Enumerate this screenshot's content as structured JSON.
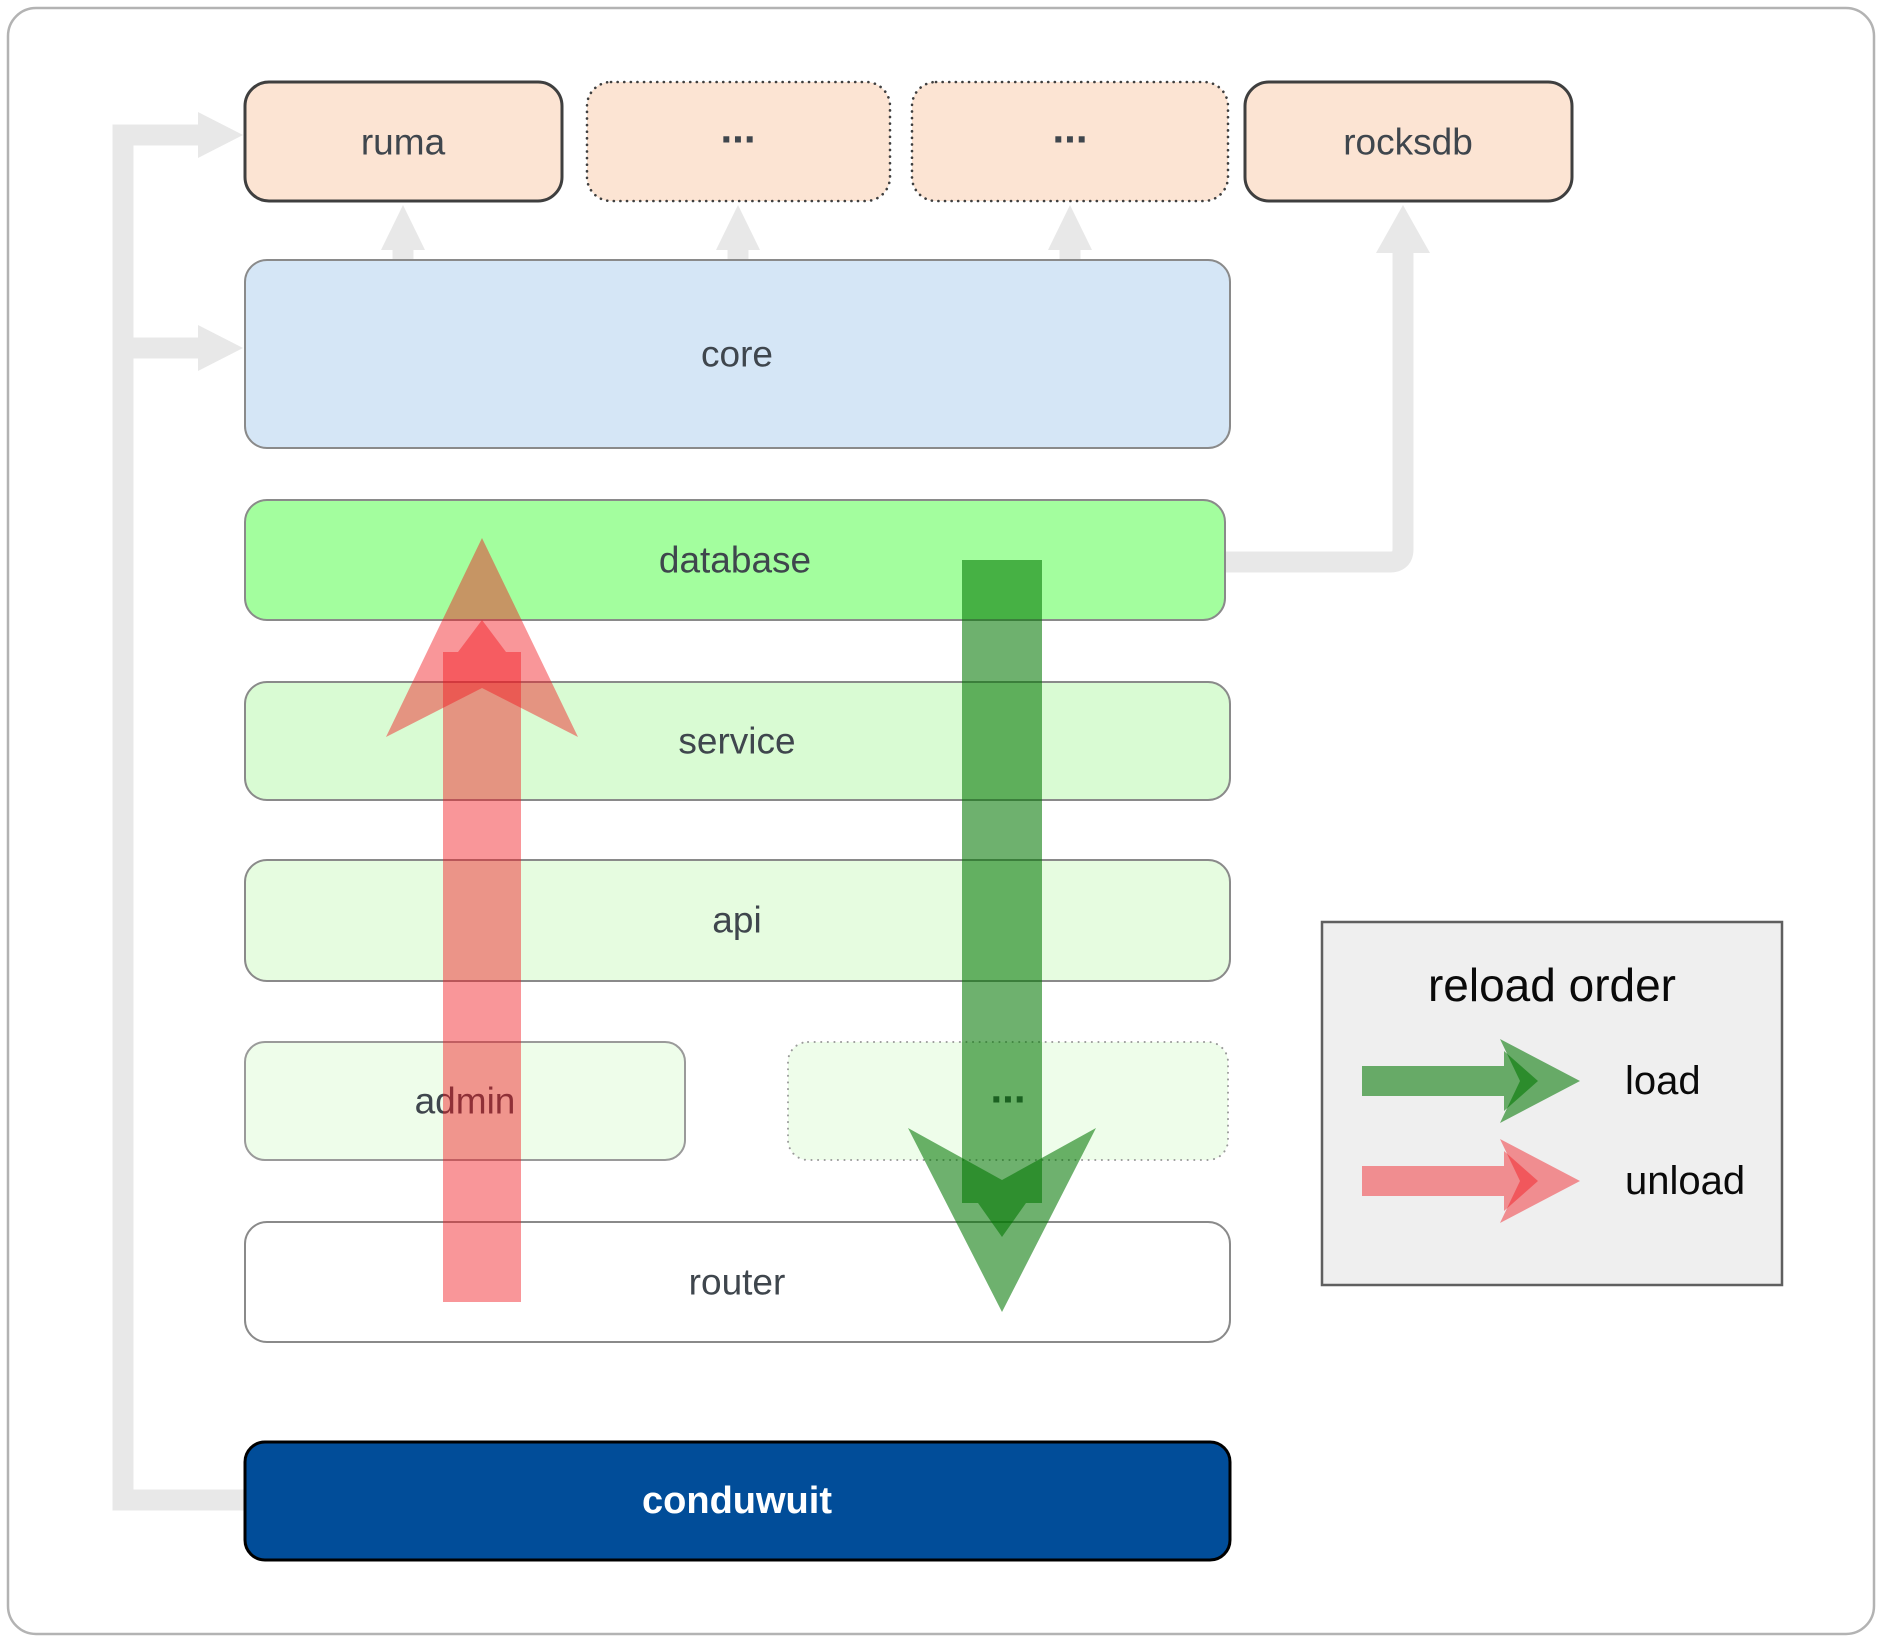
{
  "diagram": {
    "nodes": {
      "ruma": {
        "label": "ruma"
      },
      "crate_top_a": {
        "label": "..."
      },
      "crate_top_b": {
        "label": "..."
      },
      "rocksdb": {
        "label": "rocksdb"
      },
      "core": {
        "label": "core"
      },
      "database": {
        "label": "database"
      },
      "service": {
        "label": "service"
      },
      "api": {
        "label": "api"
      },
      "admin": {
        "label": "admin"
      },
      "crate_mid": {
        "label": "..."
      },
      "router": {
        "label": "router"
      },
      "conduwuit": {
        "label": "conduwuit"
      }
    },
    "legend": {
      "title": "reload order",
      "items": [
        {
          "label": "load"
        },
        {
          "label": "unload"
        }
      ]
    },
    "colors": {
      "peach": "#fce4d3",
      "core_blue": "#d5e6f6",
      "database_green": "#a3fe9e",
      "service_green": "#d9fbd3",
      "api_green": "#e6fce0",
      "admin_green": "#eefdea",
      "router_white": "#ffffff",
      "conduwuit_blue": "#014d99",
      "load_green": "#007500",
      "unload_red": "#f2161c",
      "connector_gray": "#e8e8e8",
      "legend_bg": "#efefef"
    }
  }
}
